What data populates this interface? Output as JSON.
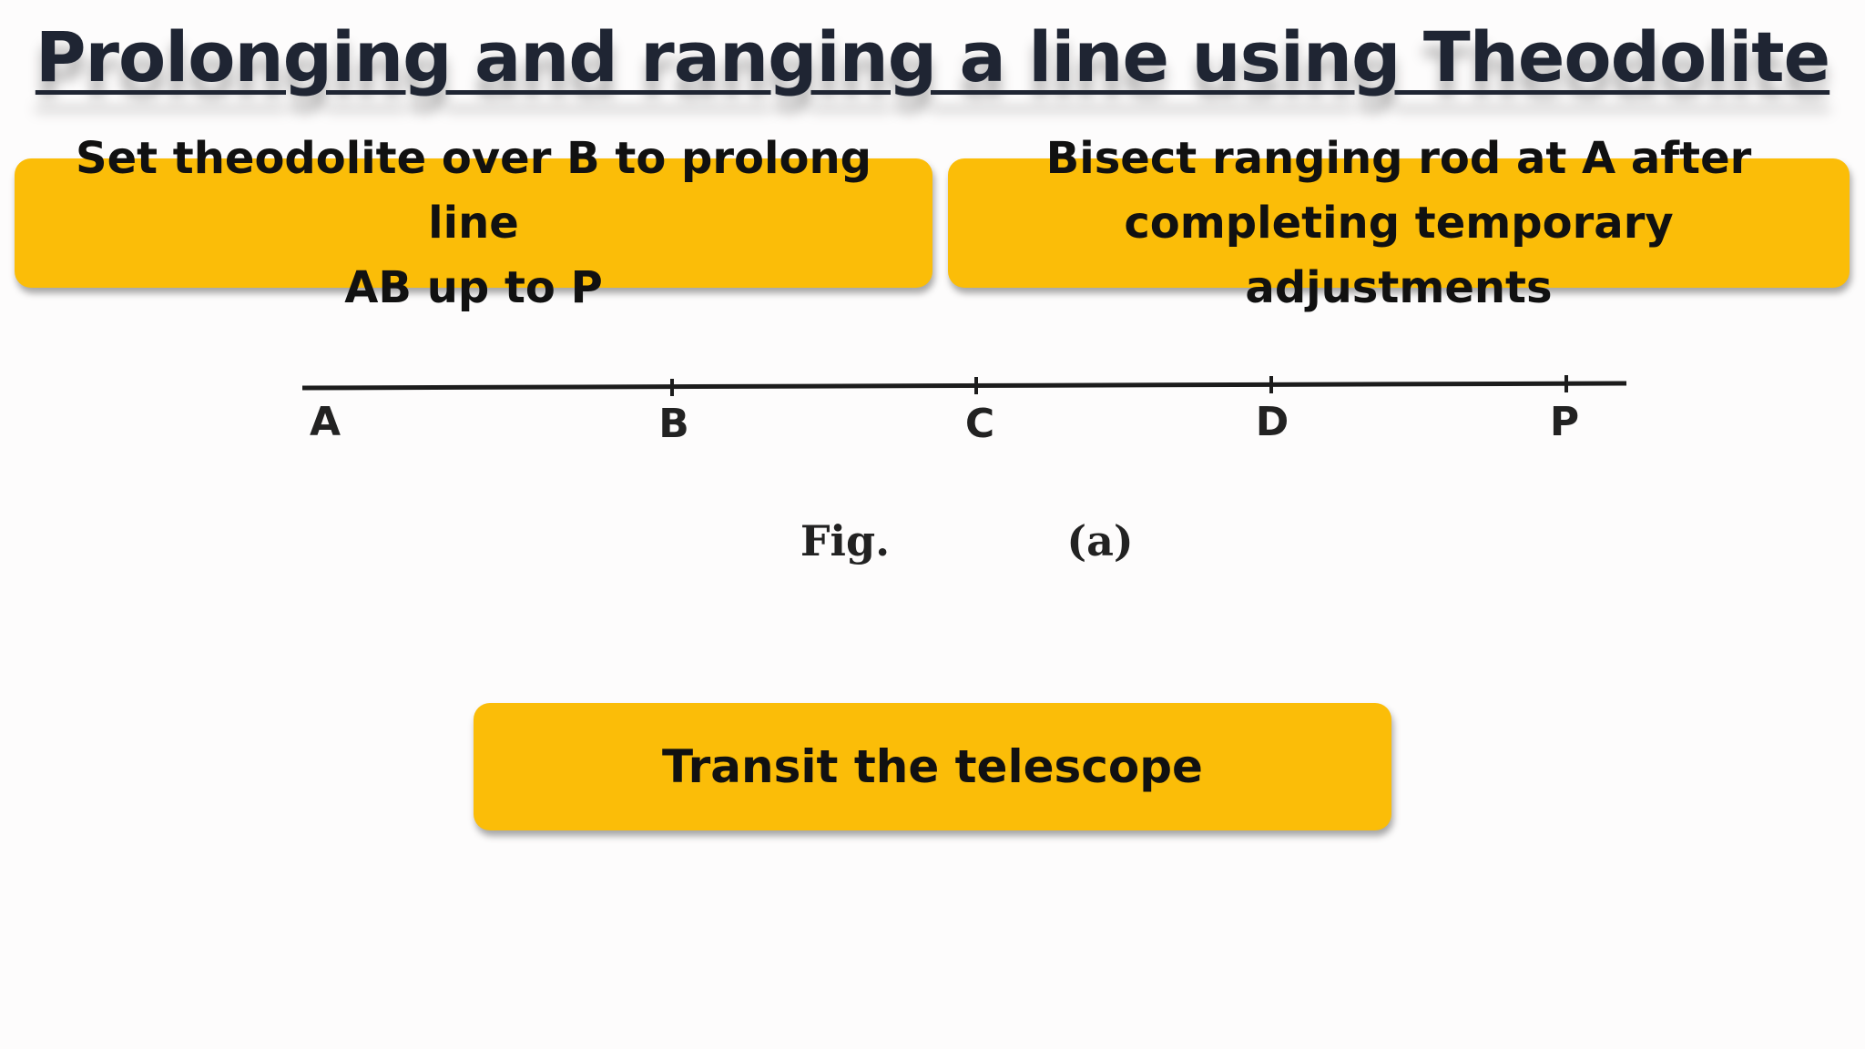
{
  "title": "Prolonging and ranging a line using Theodolite",
  "steps": {
    "step1": {
      "line1": "Set theodolite over B to prolong line",
      "line2": "AB up to P"
    },
    "step2": {
      "line1": "Bisect ranging rod at A after",
      "line2": "completing  temporary adjustments"
    },
    "step3": {
      "text": "Transit the telescope"
    }
  },
  "figure": {
    "points": [
      "A",
      "B",
      "C",
      "D",
      "P"
    ],
    "caption_fig": "Fig.",
    "caption_label": "(a)"
  },
  "colors": {
    "box_fill": "#fbbd08",
    "title_text": "#1f2533",
    "background": "#fdfcfc"
  }
}
